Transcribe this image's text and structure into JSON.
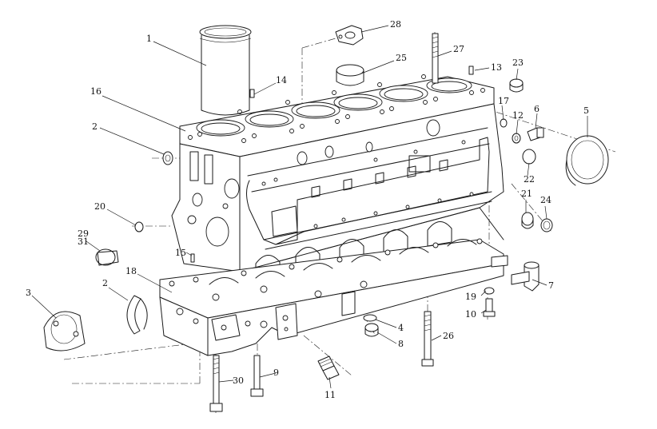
{
  "diagram": {
    "callouts": [
      {
        "id": "c1",
        "label": "1"
      },
      {
        "id": "c2a",
        "label": "2"
      },
      {
        "id": "c2b",
        "label": "2"
      },
      {
        "id": "c3",
        "label": "3"
      },
      {
        "id": "c4",
        "label": "4"
      },
      {
        "id": "c5",
        "label": "5"
      },
      {
        "id": "c6",
        "label": "6"
      },
      {
        "id": "c7",
        "label": "7"
      },
      {
        "id": "c8",
        "label": "8"
      },
      {
        "id": "c9",
        "label": "9"
      },
      {
        "id": "c10",
        "label": "10"
      },
      {
        "id": "c11",
        "label": "11"
      },
      {
        "id": "c12",
        "label": "12"
      },
      {
        "id": "c13",
        "label": "13"
      },
      {
        "id": "c14",
        "label": "14"
      },
      {
        "id": "c15",
        "label": "15"
      },
      {
        "id": "c16",
        "label": "16"
      },
      {
        "id": "c17",
        "label": "17"
      },
      {
        "id": "c18",
        "label": "18"
      },
      {
        "id": "c19",
        "label": "19"
      },
      {
        "id": "c20",
        "label": "20"
      },
      {
        "id": "c21",
        "label": "21"
      },
      {
        "id": "c22",
        "label": "22"
      },
      {
        "id": "c23",
        "label": "23"
      },
      {
        "id": "c24",
        "label": "24"
      },
      {
        "id": "c25",
        "label": "25"
      },
      {
        "id": "c26",
        "label": "26"
      },
      {
        "id": "c27",
        "label": "27"
      },
      {
        "id": "c28",
        "label": "28"
      },
      {
        "id": "c29",
        "label": "29"
      },
      {
        "id": "c30",
        "label": "30"
      },
      {
        "id": "c31",
        "label": "31"
      }
    ]
  }
}
